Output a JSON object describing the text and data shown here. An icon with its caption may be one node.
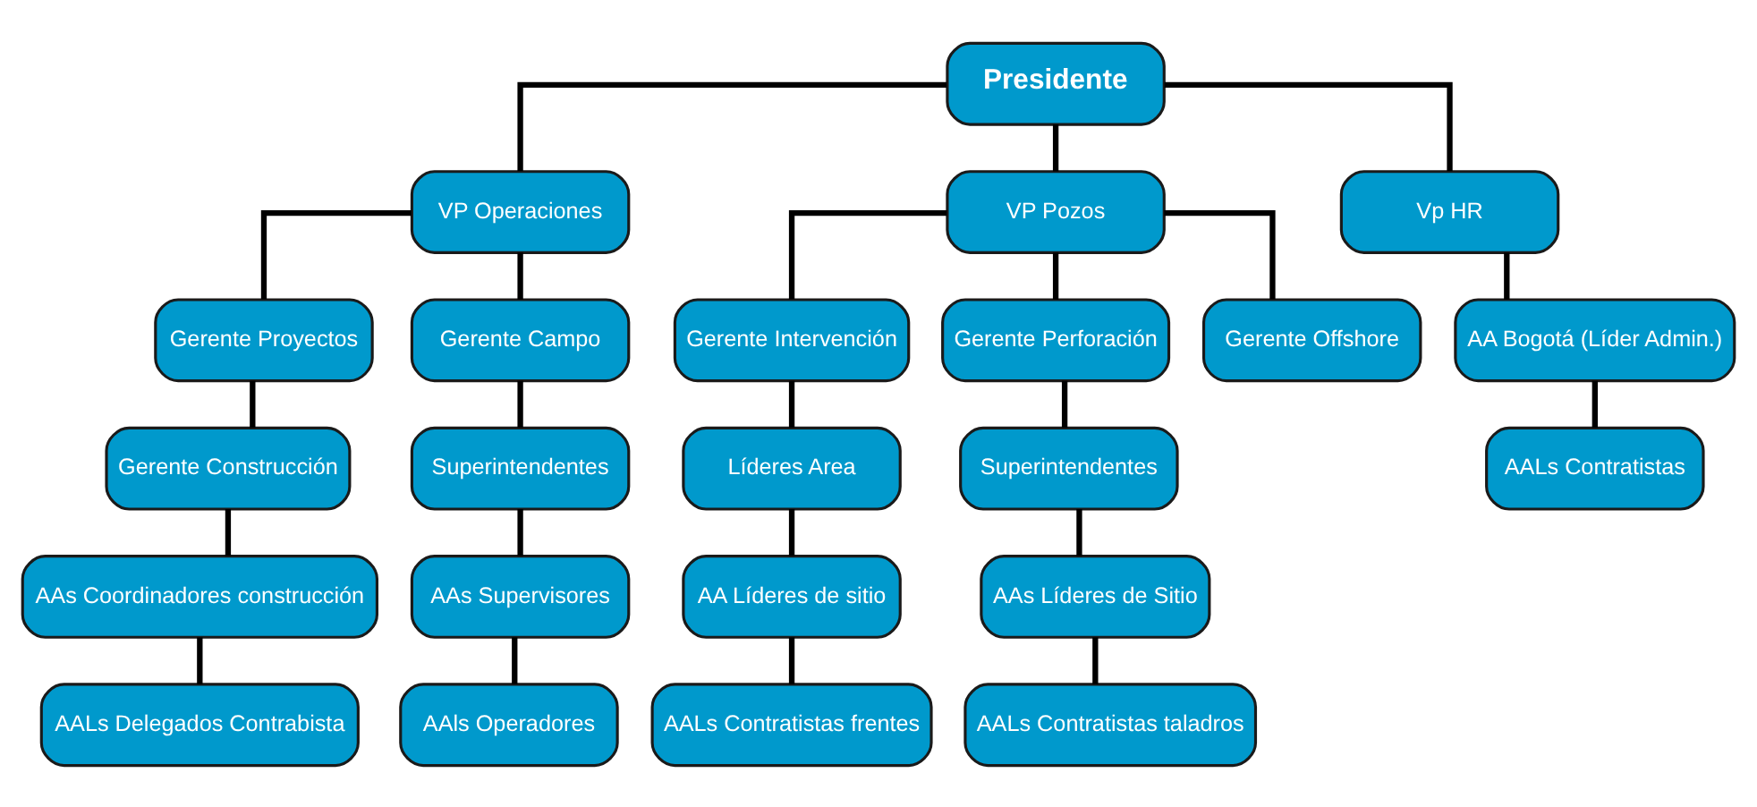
{
  "diagram": {
    "nodes": [
      {
        "text": [
          "Presidente"
        ]
      },
      {
        "text": [
          "VP Operaciones"
        ]
      },
      {
        "text": [
          "VP Pozos"
        ]
      },
      {
        "text": [
          "Vp HR"
        ]
      },
      {
        "text": [
          "Gerente Proyectos"
        ]
      },
      {
        "text": [
          "Gerente Campo"
        ]
      },
      {
        "text": [
          "Gerente Intervención"
        ]
      },
      {
        "text": [
          "Gerente Perforación"
        ]
      },
      {
        "text": [
          "Gerente Offshore"
        ]
      },
      {
        "text": [
          "AA Bogotá (Líder Admin.)"
        ]
      },
      {
        "text": [
          "Gerente Construcción"
        ]
      },
      {
        "text": [
          "Superintendentes"
        ]
      },
      {
        "text": [
          "Líderes Area"
        ]
      },
      {
        "text": [
          "Superintendentes"
        ]
      },
      {
        "text": [
          "AALs Contratistas"
        ]
      },
      {
        "text": [
          "AAs Coordinadores construcción"
        ]
      },
      {
        "text": [
          "AAs Supervisores"
        ]
      },
      {
        "text": [
          "AA Líderes de sitio"
        ]
      },
      {
        "text": [
          "AAs Líderes de Sitio"
        ]
      },
      {
        "text": [
          "AALs Delegados Contrabista"
        ]
      },
      {
        "text": [
          "AAls Operadores"
        ]
      },
      {
        "text": [
          "AALs Contratistas frentes"
        ]
      },
      {
        "text": [
          "AALs Contratistas taladros"
        ]
      }
    ],
    "edges": [
      {
        "from": 0,
        "to": 1,
        "arrow": "none"
      },
      {
        "from": 0,
        "to": 2,
        "arrow": "none"
      },
      {
        "from": 0,
        "to": 3,
        "arrow": "none"
      },
      {
        "from": 1,
        "to": 4,
        "arrow": "none"
      },
      {
        "from": 1,
        "to": 5,
        "arrow": "none"
      },
      {
        "from": 2,
        "to": 6,
        "arrow": "none"
      },
      {
        "from": 2,
        "to": 7,
        "arrow": "none"
      },
      {
        "from": 2,
        "to": 8,
        "arrow": "none"
      },
      {
        "from": 3,
        "to": 9,
        "arrow": "none"
      },
      {
        "from": 4,
        "to": 10,
        "arrow": "none"
      },
      {
        "from": 5,
        "to": 11,
        "arrow": "none"
      },
      {
        "from": 6,
        "to": 12,
        "arrow": "none"
      },
      {
        "from": 7,
        "to": 13,
        "arrow": "none"
      },
      {
        "from": 9,
        "to": 14,
        "arrow": "none"
      },
      {
        "from": 10,
        "to": 15,
        "arrow": "none"
      },
      {
        "from": 11,
        "to": 16,
        "arrow": "none"
      },
      {
        "from": 12,
        "to": 17,
        "arrow": "none"
      },
      {
        "from": 13,
        "to": 18,
        "arrow": "none"
      },
      {
        "from": 15,
        "to": 19,
        "arrow": "none"
      },
      {
        "from": 16,
        "to": 20,
        "arrow": "none"
      },
      {
        "from": 17,
        "to": 21,
        "arrow": "none"
      },
      {
        "from": 18,
        "to": 22,
        "arrow": "none"
      }
    ]
  }
}
